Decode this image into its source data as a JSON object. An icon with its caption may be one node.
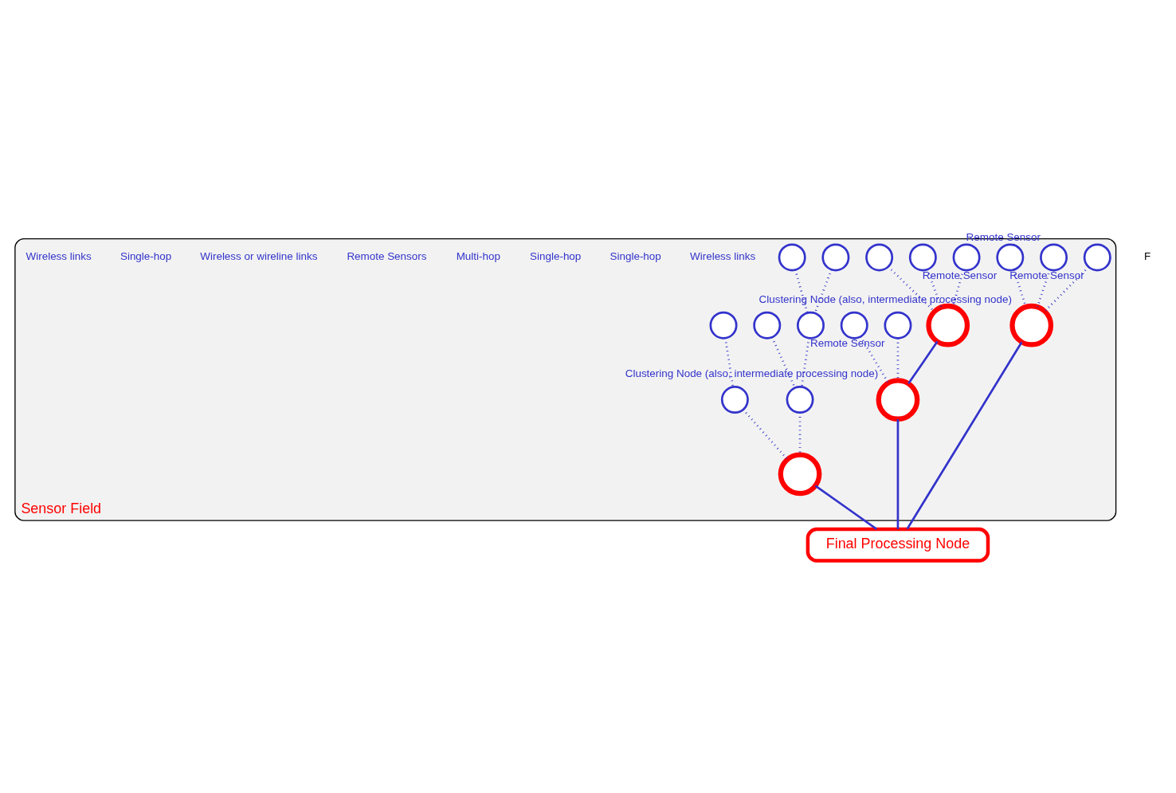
{
  "diagram": {
    "nodes": [
      {
        "text": [
          "Sensor Field"
        ]
      },
      {
        "text": [],
        "shape": "circle",
        "in": 0,
        "beside": [
          "Clustering Node (also, intermediate processing node)"
        ]
      },
      {
        "text": [],
        "shape": "circle",
        "in": 0,
        "beside": [
          "Remote Sensor"
        ]
      },
      {
        "text": [],
        "shape": "circle",
        "in": 0,
        "beside": [
          "Remote Sensor"
        ]
      },
      {
        "text": [],
        "shape": "circle",
        "in": 0,
        "beside": [
          "Remote Sensor"
        ]
      },
      {
        "text": [],
        "shape": "circle",
        "in": 0
      },
      {
        "text": [],
        "shape": "circle",
        "in": 0
      },
      {
        "text": [],
        "shape": "circle",
        "in": 0
      },
      {
        "text": [],
        "shape": "circle",
        "in": 0
      },
      {
        "text": [],
        "shape": "circle",
        "in": 0
      },
      {
        "text": [],
        "shape": "circle",
        "in": 0
      },
      {
        "text": [],
        "shape": "circle",
        "in": 0
      },
      {
        "text": [],
        "shape": "circle",
        "in": 0
      },
      {
        "text": [],
        "shape": "circle",
        "in": 0,
        "beside": [
          "Clustering Node (also, intermediate processing node)"
        ]
      },
      {
        "text": [],
        "shape": "circle",
        "in": 0,
        "beside": [
          "Remote Sensor"
        ]
      },
      {
        "text": [],
        "shape": "circle",
        "in": 0
      },
      {
        "text": [],
        "shape": "circle",
        "in": 0
      },
      {
        "text": [],
        "shape": "circle",
        "in": 0
      },
      {
        "text": [],
        "shape": "circle",
        "in": 0
      },
      {
        "text": [],
        "shape": "circle",
        "in": 0
      },
      {
        "text": [
          "Final Processing Node"
        ]
      }
    ],
    "edges": [
      {
        "from": 2,
        "to": 1,
        "arrow": "none",
        "style": "dashed"
      },
      {
        "from": 3,
        "to": 1,
        "arrow": "none",
        "style": "dashed"
      },
      {
        "from": 4,
        "to": 1,
        "arrow": "none",
        "style": "dashed"
      },
      {
        "from": 6,
        "to": 8,
        "arrow": "none",
        "style": "dashed"
      },
      {
        "from": 7,
        "to": 8,
        "arrow": "none",
        "style": "dashed"
      },
      {
        "from": 8,
        "to": 10,
        "arrow": "none",
        "style": "dashed"
      },
      {
        "from": 9,
        "to": 10,
        "arrow": "none",
        "style": "dashed"
      },
      {
        "from": 10,
        "to": 5,
        "arrow": "none",
        "style": "dashed"
      },
      {
        "from": 11,
        "to": 12,
        "arrow": "none",
        "style": "dashed"
      },
      {
        "from": 12,
        "to": 5,
        "arrow": "none",
        "style": "dashed"
      },
      {
        "from": 14,
        "to": 13,
        "arrow": "none",
        "style": "dashed"
      },
      {
        "from": 15,
        "to": 13,
        "arrow": "none",
        "style": "dashed"
      },
      {
        "from": 17,
        "to": 16,
        "arrow": "none",
        "style": "dashed"
      },
      {
        "from": 18,
        "to": 16,
        "arrow": "none",
        "style": "dashed"
      },
      {
        "from": 19,
        "to": 16,
        "arrow": "none",
        "style": "dashed"
      },
      {
        "from": 16,
        "to": 13,
        "arrow": "none"
      },
      {
        "from": 5,
        "to": 20,
        "arrow": "none"
      },
      {
        "from": 1,
        "to": 20,
        "arrow": "none"
      },
      {
        "from": 13,
        "to": 20,
        "arrow": "none"
      }
    ],
    "labels": [
      "Wireless links",
      "Single-hop",
      "Single-hop",
      "Multi-hop",
      "Remote Sensors",
      "Wireless or wireline links",
      "Single-hop",
      "Wireless links",
      "F"
    ]
  }
}
